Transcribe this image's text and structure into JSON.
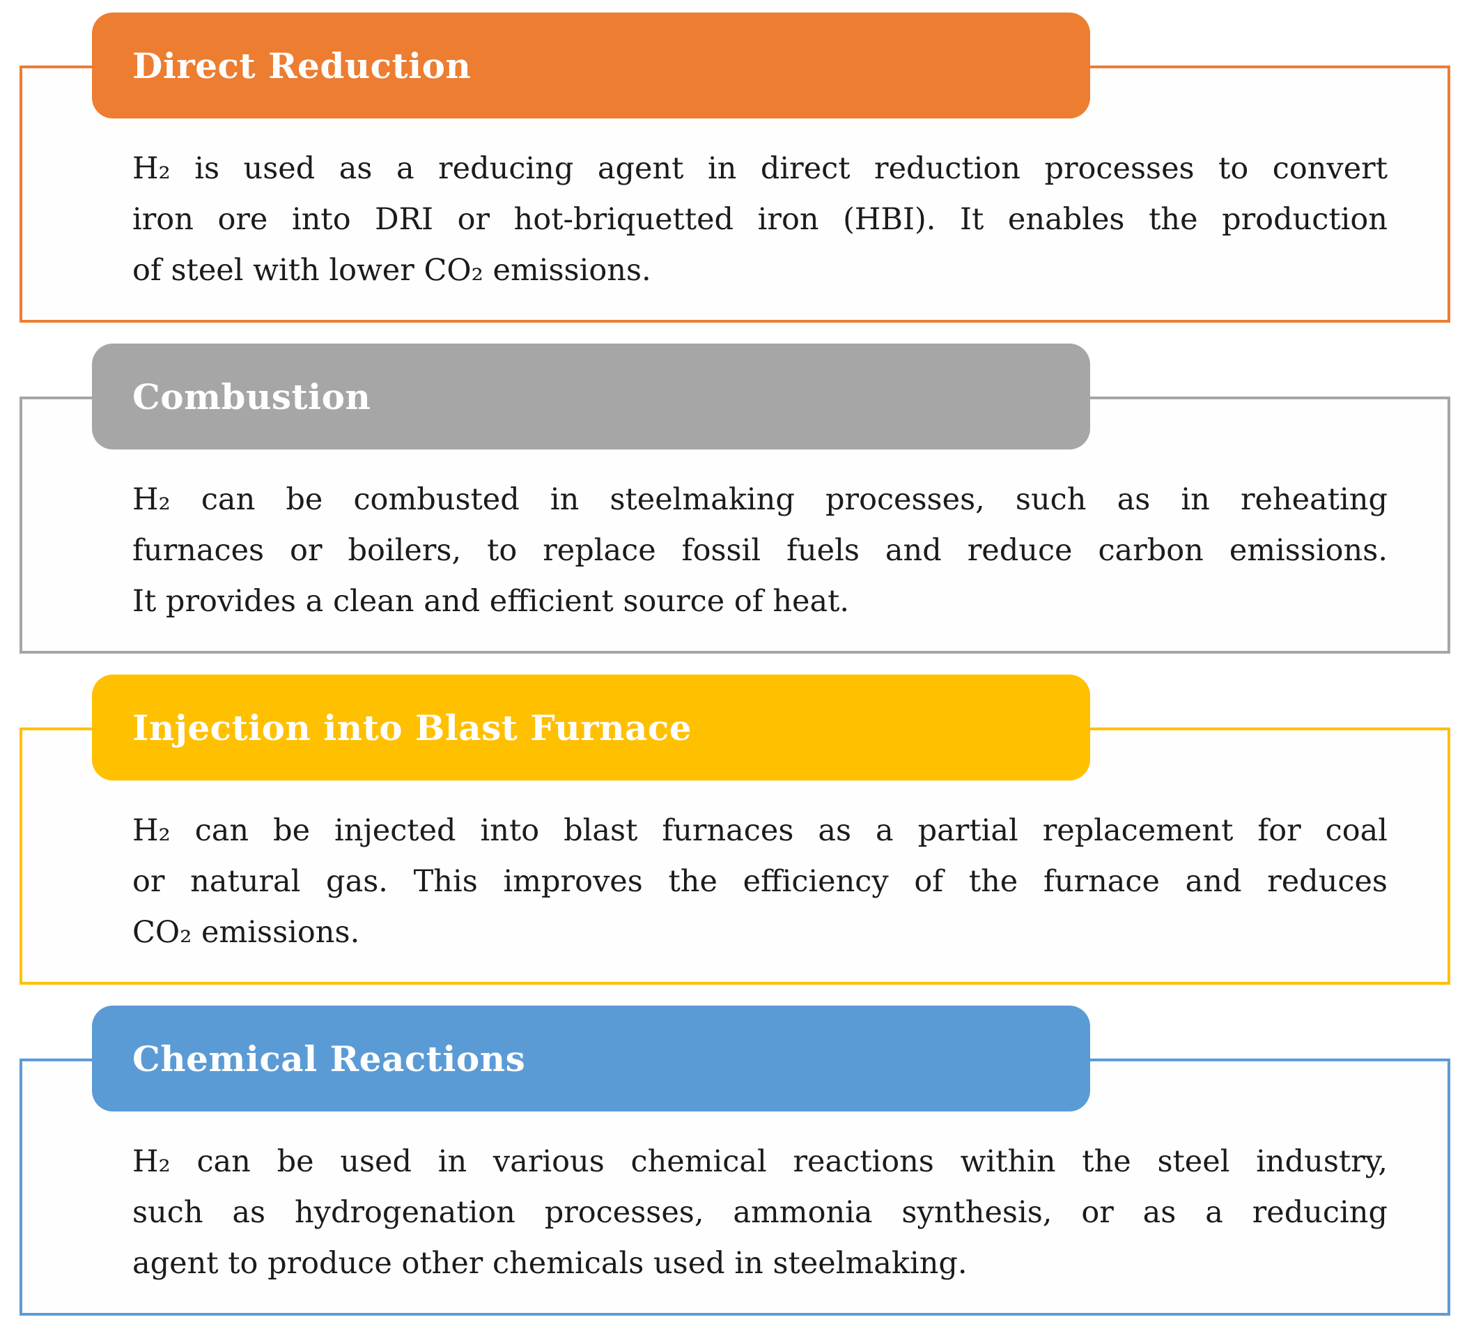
{
  "figure": {
    "sections": [
      {
        "title": "Direct Reduction",
        "color": "#ED7D31",
        "lines": [
          "H₂ is used as a reducing agent in direct reduction processes to convert",
          "iron ore into DRI or hot-briquetted iron (HBI). It enables the production",
          "of steel with lower CO₂ emissions."
        ]
      },
      {
        "title": "Combustion",
        "color": "#A6A6A6",
        "lines": [
          "H₂ can be combusted in steelmaking processes, such as in reheating",
          "furnaces or boilers, to replace fossil fuels and reduce carbon emissions.",
          "It provides a clean and efficient source of heat."
        ]
      },
      {
        "title": "Injection into Blast Furnace",
        "color": "#FFC000",
        "lines": [
          "H₂ can be injected into blast furnaces as a partial replacement for coal",
          "or natural gas. This improves the efficiency of the furnace and reduces",
          "CO₂ emissions."
        ]
      },
      {
        "title": "Chemical Reactions",
        "color": "#5B9BD5",
        "lines": [
          "H₂ can be used in various chemical reactions within the steel industry,",
          "such as hydrogenation processes, ammonia synthesis, or as a reducing",
          "agent to produce other chemicals used in steelmaking."
        ]
      }
    ]
  }
}
